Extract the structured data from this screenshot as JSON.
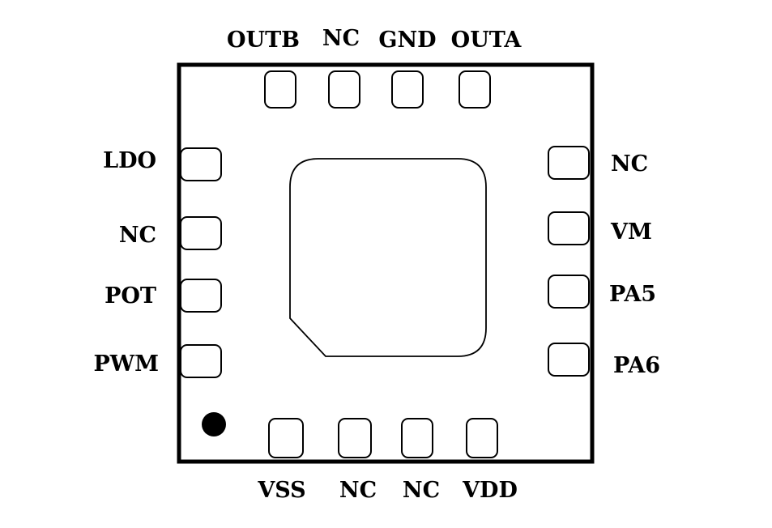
{
  "package": {
    "pins_top": [
      "OUTB",
      "NC",
      "GND",
      "OUTA"
    ],
    "pins_left": [
      "LDO",
      "NC",
      "POT",
      "PWM"
    ],
    "pins_right": [
      "NC",
      "VM",
      "PA5",
      "PA6"
    ],
    "pins_bottom": [
      "VSS",
      "NC",
      "NC",
      "VDD"
    ],
    "pin1_marker": "filled-dot",
    "colors": {
      "outline": "#000000",
      "background": "#ffffff"
    }
  }
}
